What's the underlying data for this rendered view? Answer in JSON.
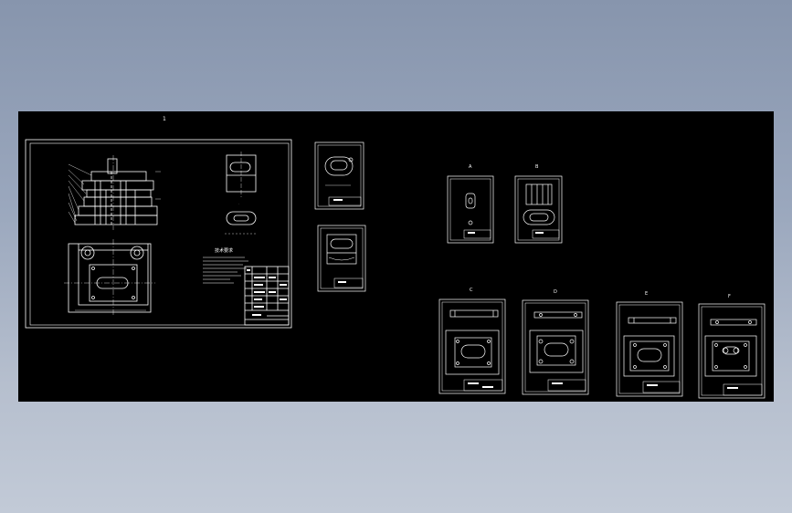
{
  "app": {
    "title": "",
    "canvas_background": "#000000",
    "desktop_gradient": [
      "#8795ad",
      "#c2cad7"
    ]
  },
  "sheets": [
    {
      "id": "assembly",
      "label": "1",
      "view": "Assembly drawing with elevation, plan, strip layout, notes and BOM"
    },
    {
      "id": "part-a",
      "label": "",
      "view": "Part drawing - blank"
    },
    {
      "id": "part-b",
      "label": "",
      "view": "Part drawing - die"
    },
    {
      "id": "part-c",
      "label": "A",
      "view": "Part drawing - punch"
    },
    {
      "id": "part-d",
      "label": "B",
      "view": "Part drawing - stripper"
    },
    {
      "id": "part-e",
      "label": "C",
      "view": "Plate drawing"
    },
    {
      "id": "part-f",
      "label": "D",
      "view": "Plate drawing"
    },
    {
      "id": "part-g",
      "label": "E",
      "view": "Plate drawing"
    },
    {
      "id": "part-h",
      "label": "F",
      "view": "Plate drawing"
    }
  ],
  "notes": {
    "title": "技术要求"
  },
  "colors": {
    "line": "#ffffff",
    "canvas": "#000000"
  }
}
